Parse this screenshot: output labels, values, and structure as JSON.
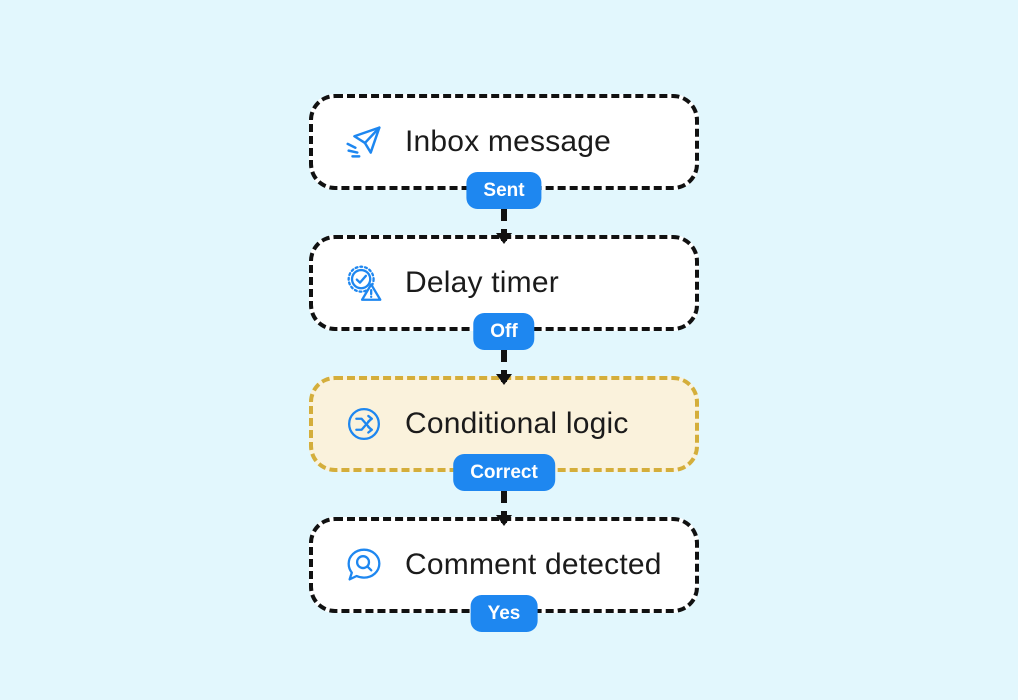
{
  "canvas": {
    "background_color": "#e2f7fd",
    "accent_color": "#1e87f0",
    "icon_color": "#1e87f0",
    "highlight_fill": "#faf2dc",
    "highlight_border": "#d4ae3b",
    "node_border": "#111111",
    "node_fill": "#ffffff",
    "label_color": "#1b1b1b"
  },
  "flow": {
    "nodes": [
      {
        "id": "inbox-message",
        "label": "Inbox message",
        "icon": "paper-plane-icon",
        "state": "default",
        "badge": "Sent",
        "has_outgoing_connector": true
      },
      {
        "id": "delay-timer",
        "label": "Delay timer",
        "icon": "clock-check-warning-icon",
        "state": "default",
        "badge": "Off",
        "has_outgoing_connector": true
      },
      {
        "id": "conditional-logic",
        "label": "Conditional logic",
        "icon": "shuffle-circle-icon",
        "state": "highlight",
        "badge": "Correct",
        "has_outgoing_connector": true
      },
      {
        "id": "comment-detected",
        "label": "Comment detected",
        "icon": "comment-search-icon",
        "state": "default",
        "badge": "Yes",
        "has_outgoing_connector": false
      }
    ]
  }
}
